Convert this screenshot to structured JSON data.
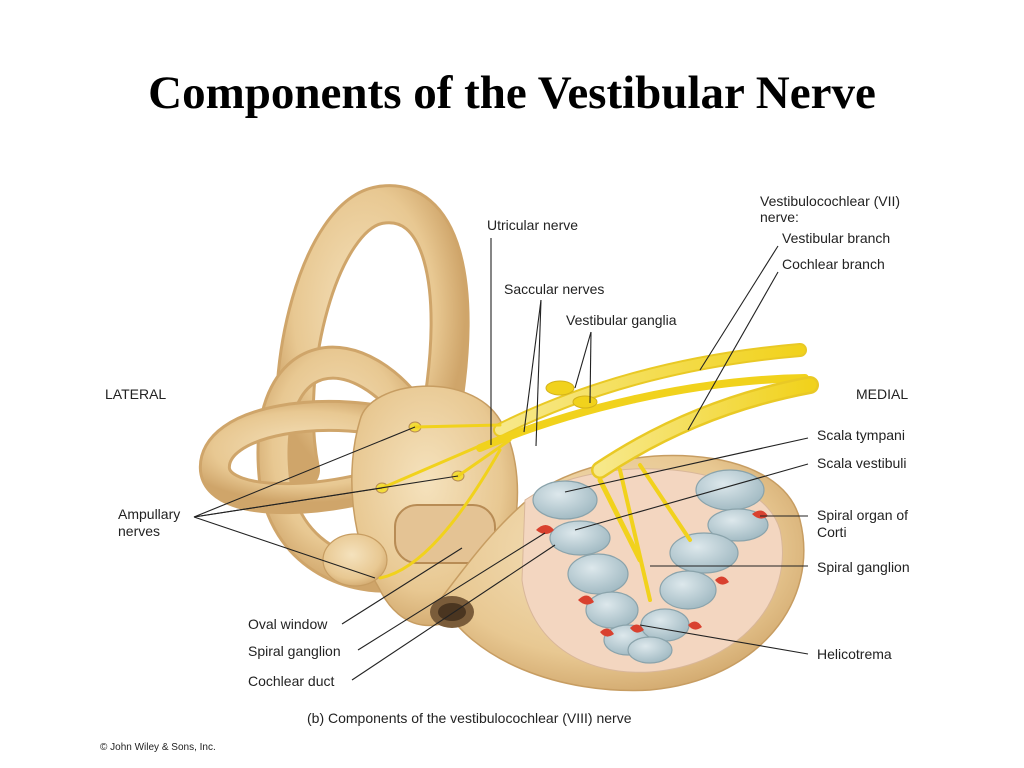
{
  "title": "Components of the Vestibular Nerve",
  "labels": {
    "vestibulocochlear_line1": "Vestibulocochlear (VII)",
    "vestibulocochlear_line2": "nerve:",
    "vestibular_branch": "Vestibular branch",
    "cochlear_branch": "Cochlear branch",
    "utricular_nerve": "Utricular nerve",
    "saccular_nerves": "Saccular nerves",
    "vestibular_ganglia": "Vestibular ganglia",
    "lateral": "LATERAL",
    "medial": "MEDIAL",
    "ampullary_line1": "Ampullary",
    "ampullary_line2": "nerves",
    "scala_tympani": "Scala tympani",
    "scala_vestibuli": "Scala vestibuli",
    "spiral_organ_line1": "Spiral organ of",
    "spiral_organ_line2": "Corti",
    "spiral_ganglion_right": "Spiral ganglion",
    "helicotrema": "Helicotrema",
    "oval_window": "Oval window",
    "spiral_ganglion_left": "Spiral ganglion",
    "cochlear_duct": "Cochlear duct"
  },
  "caption": "(b) Components of the vestibulocochlear (VIII) nerve",
  "copyright": "© John Wiley & Sons, Inc.",
  "colors": {
    "bone": "#eccf9f",
    "bone_shadow": "#c9a26a",
    "nerve": "#f3dc3a",
    "fluid": "#b9cdd3",
    "organ": "#d9412f"
  }
}
